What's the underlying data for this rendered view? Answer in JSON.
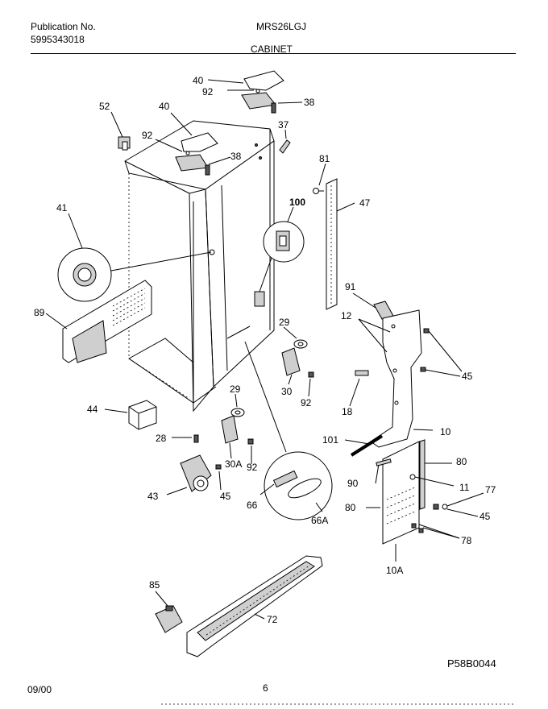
{
  "header": {
    "publication_label": "Publication No.",
    "publication_number": "5995343018",
    "model": "MRS26LGJ",
    "section": "CABINET"
  },
  "footer": {
    "date": "09/00",
    "page_number": "6",
    "diagram_code": "P58B0044"
  },
  "callouts": {
    "c40a": "40",
    "c92a": "92",
    "c38a": "38",
    "c52": "52",
    "c40b": "40",
    "c37": "37",
    "c92b": "92",
    "c38b": "38",
    "c81": "81",
    "c100": "100",
    "c47": "47",
    "c41": "41",
    "c91": "91",
    "c12": "12",
    "c89": "89",
    "c29a": "29",
    "c45a": "45",
    "c30": "30",
    "c92c": "92",
    "c29b": "29",
    "c18": "18",
    "c44": "44",
    "c10": "10",
    "c101": "101",
    "c28": "28",
    "c30a": "30A",
    "c92d": "92",
    "c80a": "80",
    "c90": "90",
    "c11": "11",
    "c77": "77",
    "c43": "43",
    "c45b": "45",
    "c66": "66",
    "c66a": "66A",
    "c80b": "80",
    "c45c": "45",
    "c78": "78",
    "c10a": "10A",
    "c85": "85",
    "c72": "72"
  }
}
